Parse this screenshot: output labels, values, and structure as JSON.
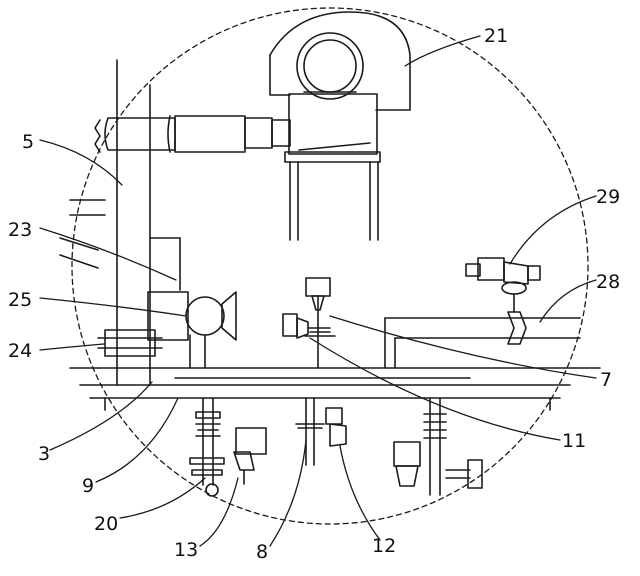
{
  "diagram": {
    "labels": {
      "l21": "21",
      "l5": "5",
      "l23": "23",
      "l25": "25",
      "l24": "24",
      "l29": "29",
      "l28": "28",
      "l7": "7",
      "l11": "11",
      "l3": "3",
      "l9": "9",
      "l20": "20",
      "l13": "13",
      "l8": "8",
      "l12": "12"
    },
    "colors": {
      "stroke": "#1a1a1a",
      "background": "#ffffff"
    }
  }
}
